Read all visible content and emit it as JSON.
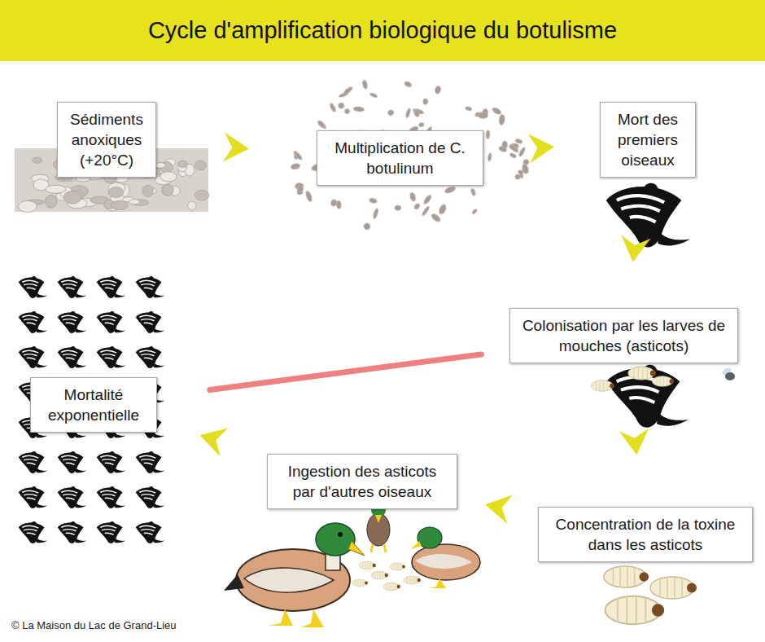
{
  "diagram": {
    "title": "Cycle d'amplification biologique du botulisme",
    "nodes": [
      {
        "text": [
          "Sédiments anoxiques (+20°C)"
        ]
      },
      {
        "text": [
          "Multiplication de C. botulinum"
        ]
      },
      {
        "text": [
          "Mort des premiers oiseaux"
        ]
      },
      {
        "text": [
          "Colonisation par les larves de mouches (asticots)"
        ]
      },
      {
        "text": [
          "Concentration de la toxine dans les asticots"
        ]
      },
      {
        "text": [
          "Ingestion des asticots par d'autres oiseaux"
        ]
      },
      {
        "text": [
          "Mortalité exponentielle"
        ]
      }
    ],
    "edges": [
      {
        "from": 0,
        "to": 1,
        "arrow": "to"
      },
      {
        "from": 1,
        "to": 2,
        "arrow": "to"
      },
      {
        "from": 2,
        "to": 3,
        "arrow": "to"
      },
      {
        "from": 3,
        "to": 4,
        "arrow": "to"
      },
      {
        "from": 4,
        "to": 5,
        "arrow": "to"
      },
      {
        "from": 5,
        "to": 6,
        "arrow": "to"
      },
      {
        "from": 6,
        "to": 3,
        "arrow": "to"
      }
    ],
    "labels": [
      "© La Maison du Lac de Grand-Lieu"
    ]
  }
}
